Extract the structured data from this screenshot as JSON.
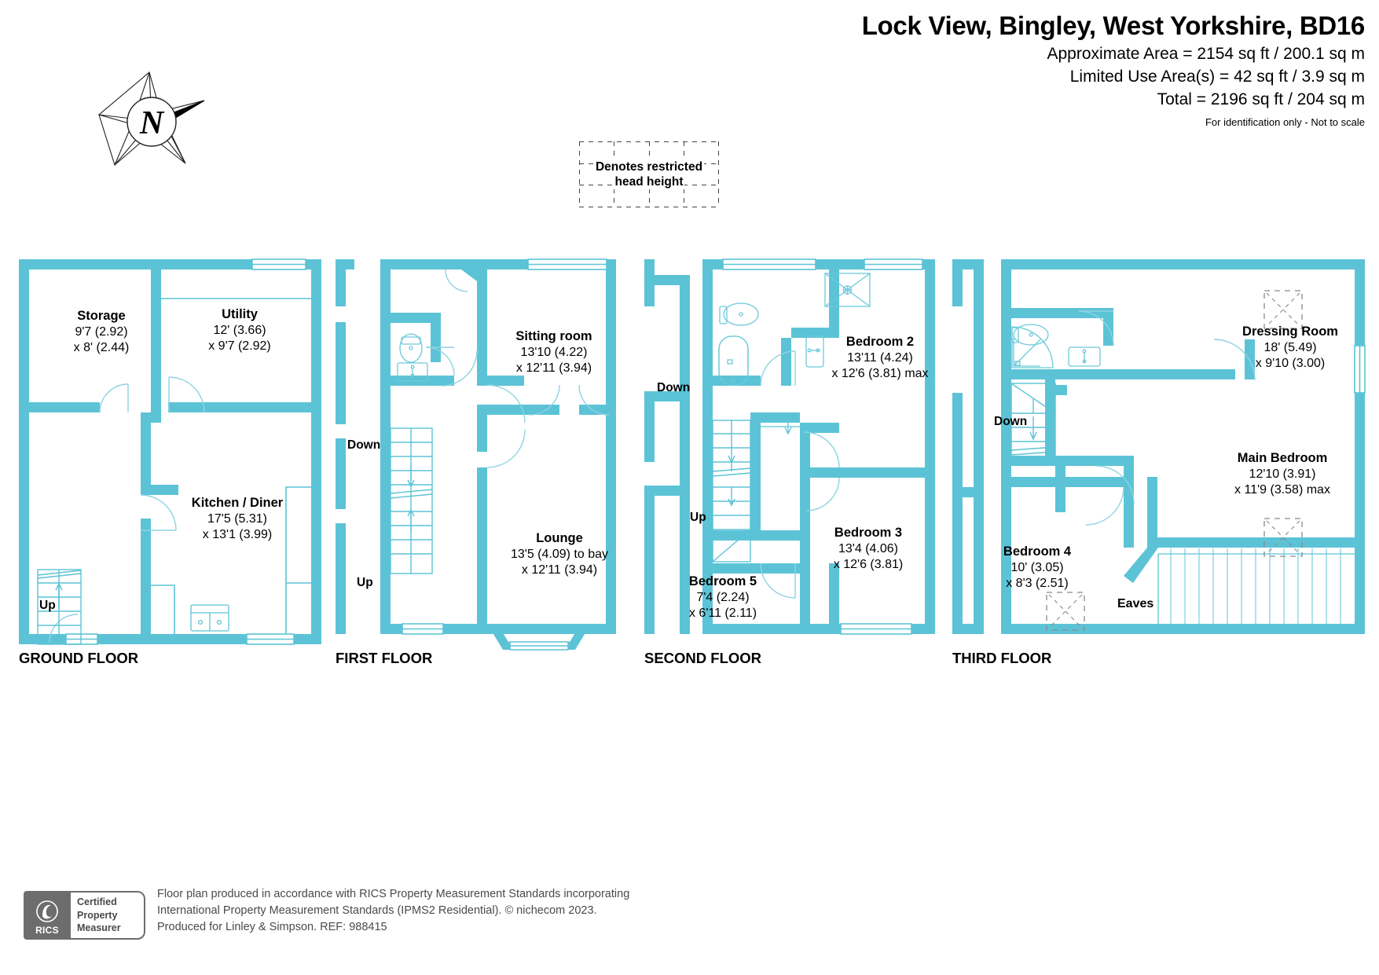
{
  "header": {
    "title": "Lock View, Bingley, West Yorkshire, BD16",
    "approx_area": "Approximate Area = 2154 sq ft / 200.1 sq m",
    "limited_use_area": "Limited Use Area(s) = 42 sq ft / 3.9 sq m",
    "total_area": "Total = 2196 sq ft / 204 sq m",
    "disclaimer": "For identification only - Not to scale"
  },
  "compass": {
    "north_letter": "N"
  },
  "legend": {
    "line1": "Denotes restricted",
    "line2": "head height"
  },
  "colors": {
    "wall": "#5cc3d6",
    "fixture_stroke": "#5cc3d6",
    "text": "#000000",
    "footer_text": "#4a4a4a"
  },
  "floors": [
    {
      "title": "GROUND FLOOR",
      "rooms": [
        {
          "name": "Storage",
          "dim1": "9'7 (2.92)",
          "dim2": "x 8' (2.44)"
        },
        {
          "name": "Utility",
          "dim1": "12' (3.66)",
          "dim2": "x 9'7 (2.92)"
        },
        {
          "name": "Kitchen / Diner",
          "dim1": "17'5 (5.31)",
          "dim2": "x 13'1 (3.99)"
        }
      ],
      "stair_labels": [
        "Up"
      ]
    },
    {
      "title": "FIRST FLOOR",
      "rooms": [
        {
          "name": "Sitting room",
          "dim1": "13'10 (4.22)",
          "dim2": "x 12'11 (3.94)"
        },
        {
          "name": "Lounge",
          "dim1": "13'5 (4.09) to bay",
          "dim2": "x 12'11 (3.94)"
        }
      ],
      "stair_labels": [
        "Down",
        "Up"
      ]
    },
    {
      "title": "SECOND FLOOR",
      "rooms": [
        {
          "name": "Bedroom 2",
          "dim1": "13'11 (4.24)",
          "dim2": "x 12'6 (3.81) max"
        },
        {
          "name": "Bedroom 3",
          "dim1": "13'4 (4.06)",
          "dim2": "x 12'6 (3.81)"
        },
        {
          "name": "Bedroom 5",
          "dim1": "7'4 (2.24)",
          "dim2": "x 6'11 (2.11)"
        }
      ],
      "stair_labels": [
        "Down",
        "Up"
      ]
    },
    {
      "title": "THIRD FLOOR",
      "rooms": [
        {
          "name": "Dressing Room",
          "dim1": "18' (5.49)",
          "dim2": "x 9'10 (3.00)"
        },
        {
          "name": "Main Bedroom",
          "dim1": "12'10 (3.91)",
          "dim2": "x 11'9 (3.58) max"
        },
        {
          "name": "Bedroom 4",
          "dim1": "10' (3.05)",
          "dim2": "x 8'3 (2.51)"
        }
      ],
      "eaves_label": "Eaves",
      "stair_labels": [
        "Down"
      ]
    }
  ],
  "footer": {
    "badge_word": "RICS",
    "badge_line1": "Certified",
    "badge_line2": "Property",
    "badge_line3": "Measurer",
    "text_line1": "Floor plan produced in accordance with RICS Property Measurement Standards incorporating",
    "text_line2": "International Property Measurement Standards (IPMS2 Residential).   © nichecom 2023.",
    "text_line3": "Produced for Linley & Simpson.   REF: 988415"
  }
}
